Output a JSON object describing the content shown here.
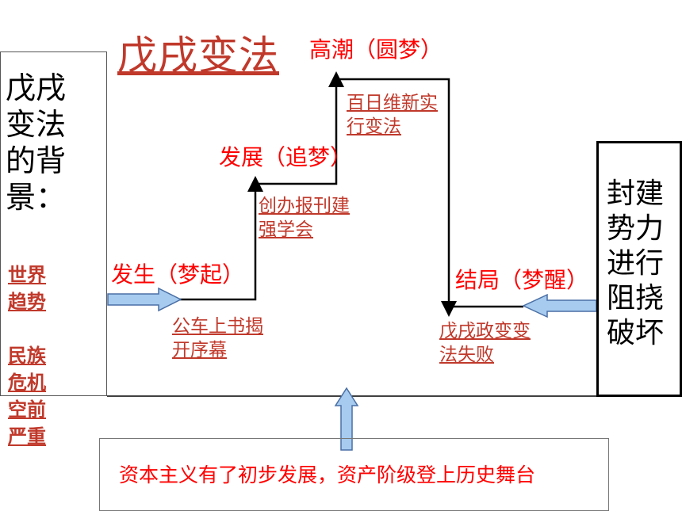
{
  "title": "戊戌变法",
  "background_box": {
    "text": "戊戌变法的背景：",
    "causes": [
      "世界趋势",
      "民族危机空前严重"
    ]
  },
  "stages": [
    {
      "label": "发生（梦起）",
      "event": "公车上书揭开序幕"
    },
    {
      "label": "发展（追梦）",
      "event": "创办报刊建强学会"
    },
    {
      "label": "高潮（圆梦）",
      "event": "百日维新实行变法"
    },
    {
      "label": "结局（梦醒）",
      "event": "戊戌政变变法失败"
    }
  ],
  "obstruction_box": {
    "text": "封建势力进行阻挠破坏"
  },
  "foundation_box": {
    "text": "资本主义有了初步发展，资产阶级登上历史舞台"
  },
  "colors": {
    "accent_red": "#ff0000",
    "link_red": "#c0392b",
    "arrow_blue": "#a6cbef",
    "arrow_outline": "#4a6fa5"
  }
}
